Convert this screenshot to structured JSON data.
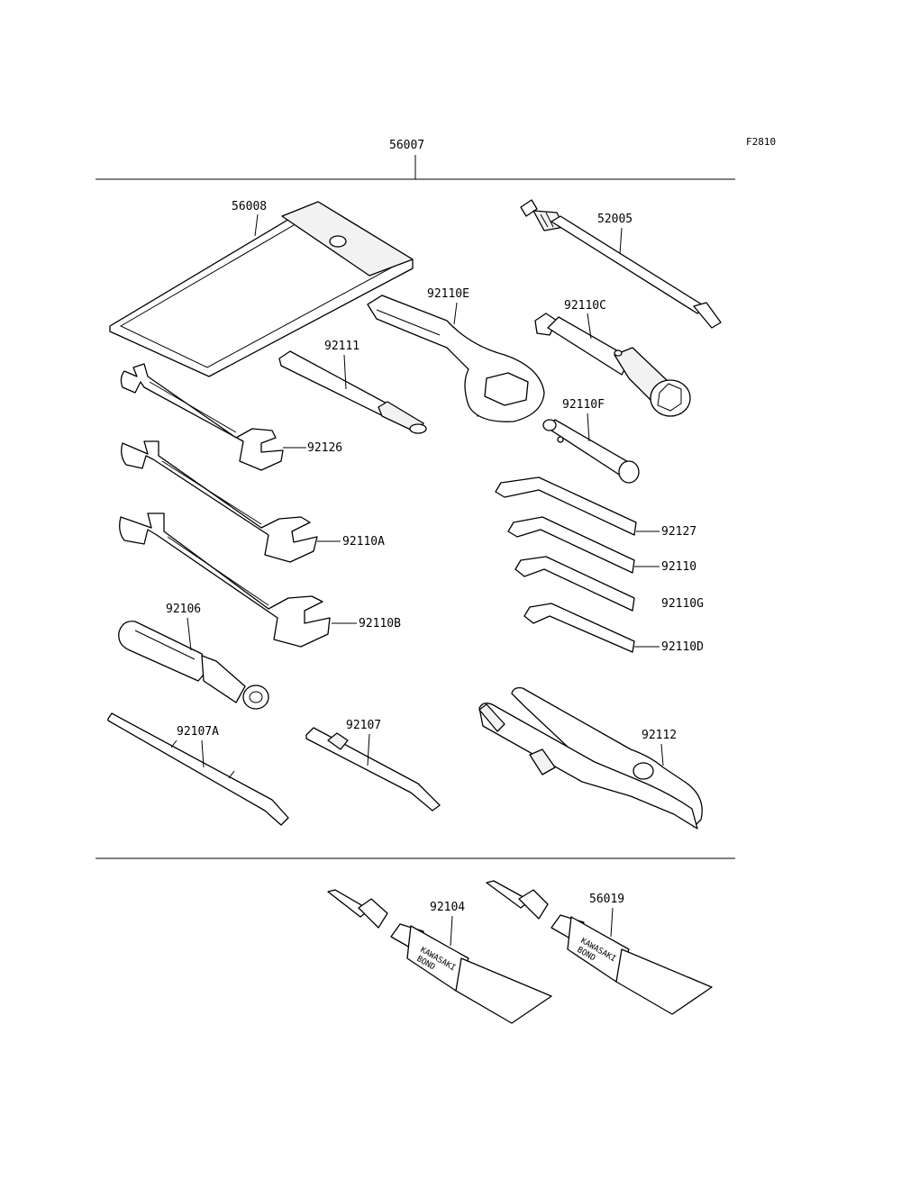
{
  "figure_code": "F2810",
  "assembly_label": "56007",
  "parts": {
    "pouch": "56008",
    "spark_plug_wrench_handle": "52005",
    "box_wrench": "92110E",
    "socket_wrench": "92110C",
    "extension_bar": "92111",
    "tube_socket": "92110F",
    "wrench_small": "92126",
    "wrench_medium": "92110A",
    "wrench_large": "92110B",
    "hex_key_1": "92127",
    "hex_key_2": "92110",
    "hex_key_3": "92110G",
    "hex_key_4": "92110D",
    "screwdriver_handle": "92106",
    "double_screwdriver": "92107A",
    "screwdriver_bit": "92107",
    "pliers": "92112",
    "bond_tube_1": "92104",
    "bond_tube_2": "56019"
  },
  "tube_print": {
    "line1": "KAWASAKI",
    "line2": "BOND"
  }
}
